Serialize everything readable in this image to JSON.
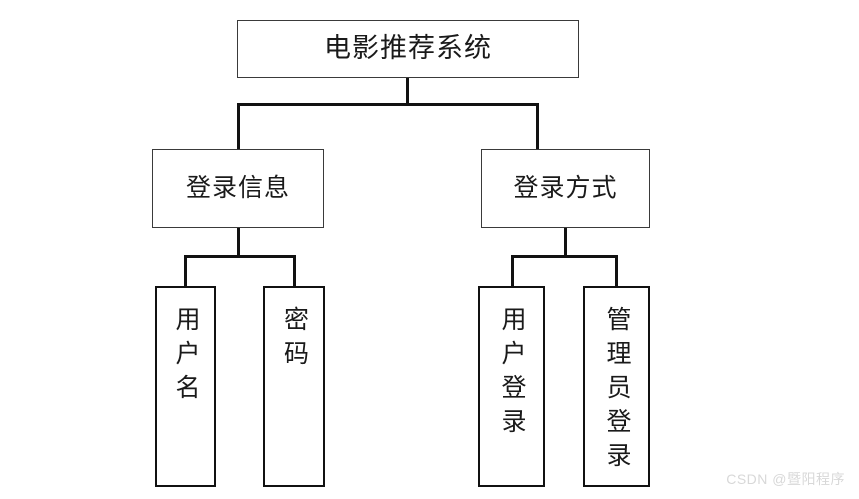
{
  "diagram": {
    "type": "tree-hierarchy",
    "orientation": "top-down",
    "background_color": "#ffffff",
    "line_color": "#111111",
    "box_border_color": "#2b2b2b",
    "root": {
      "id": "movie-recommendation-system",
      "label": "电影推荐系统"
    },
    "level_two": [
      {
        "id": "login-info",
        "label": "登录信息"
      },
      {
        "id": "login-method",
        "label": "登录方式"
      }
    ],
    "leaves": [
      {
        "id": "username",
        "label": "用户名",
        "parent": "login-info",
        "text_direction": "vertical"
      },
      {
        "id": "password",
        "label": "密码",
        "parent": "login-info",
        "text_direction": "vertical"
      },
      {
        "id": "user-login",
        "label": "用户登录",
        "parent": "login-method",
        "text_direction": "vertical"
      },
      {
        "id": "admin-login",
        "label": "管理员登录",
        "parent": "login-method",
        "text_direction": "vertical"
      }
    ]
  },
  "watermark": {
    "text": "CSDN @暨阳程序",
    "color": "#d8d8d8"
  }
}
